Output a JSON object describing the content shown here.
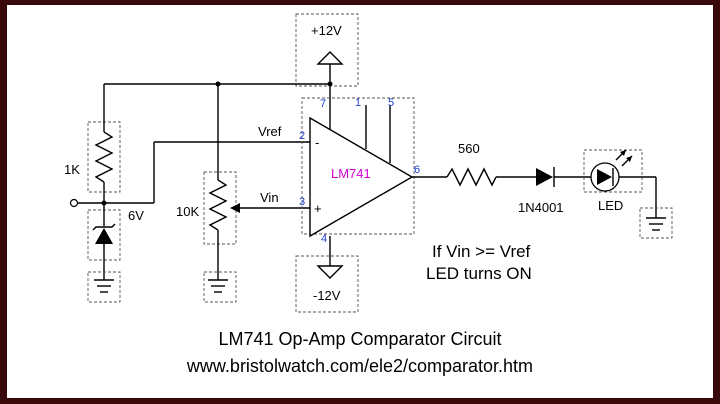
{
  "diagram": {
    "supply_pos": "+12V",
    "supply_neg": "-12V",
    "r1": "1K",
    "zener_v": "6V",
    "pot": "10K",
    "vref": "Vref",
    "vin": "Vin",
    "opamp": "LM741",
    "pin7": "7",
    "pin1": "1",
    "pin5": "5",
    "pin2": "2",
    "pin3": "3",
    "pin4": "4",
    "pin6": "6",
    "minus": "-",
    "plus": "+",
    "r_out": "560",
    "diode": "1N4001",
    "led": "LED",
    "note_line1": "If Vin >= Vref",
    "note_line2": "LED turns ON"
  },
  "caption": {
    "title": "LM741 Op-Amp Comparator Circuit",
    "url": "www.bristolwatch.com/ele2/comparator.htm"
  },
  "colors": {
    "frame": "#3a0a0a",
    "pin_labels": "#1f3fd6",
    "chip_label": "#d400d4"
  }
}
